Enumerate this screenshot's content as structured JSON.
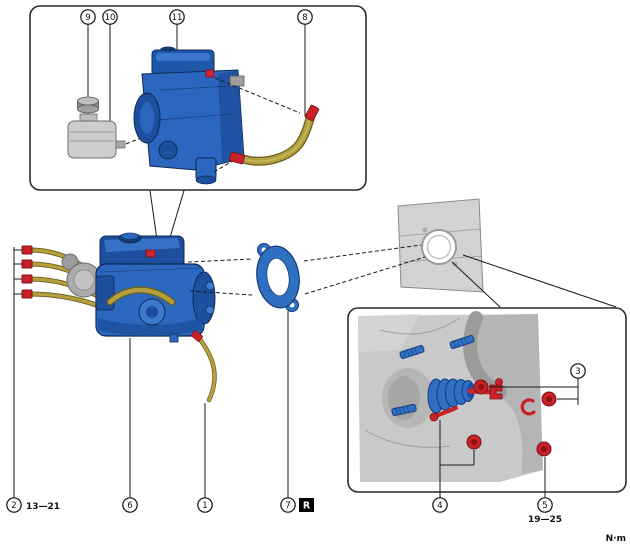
{
  "figure": {
    "callouts": {
      "c1": "1",
      "c2": "2",
      "c3": "3",
      "c4": "4",
      "c5": "5",
      "c6": "6",
      "c7": "7",
      "c8": "8",
      "c9": "9",
      "c10": "10",
      "c11": "11"
    },
    "labels": {
      "torque_front_lines": "13—21",
      "torque_rear_mount": "19—25",
      "unit": "N·m",
      "marker": "R"
    },
    "colors": {
      "part_blue": "#2b67bf",
      "part_blue_dark": "#1d4f9e",
      "hose_olive": "#b3a03e",
      "fitting_red": "#c92128",
      "panel_gray": "#d2d2d2"
    }
  }
}
